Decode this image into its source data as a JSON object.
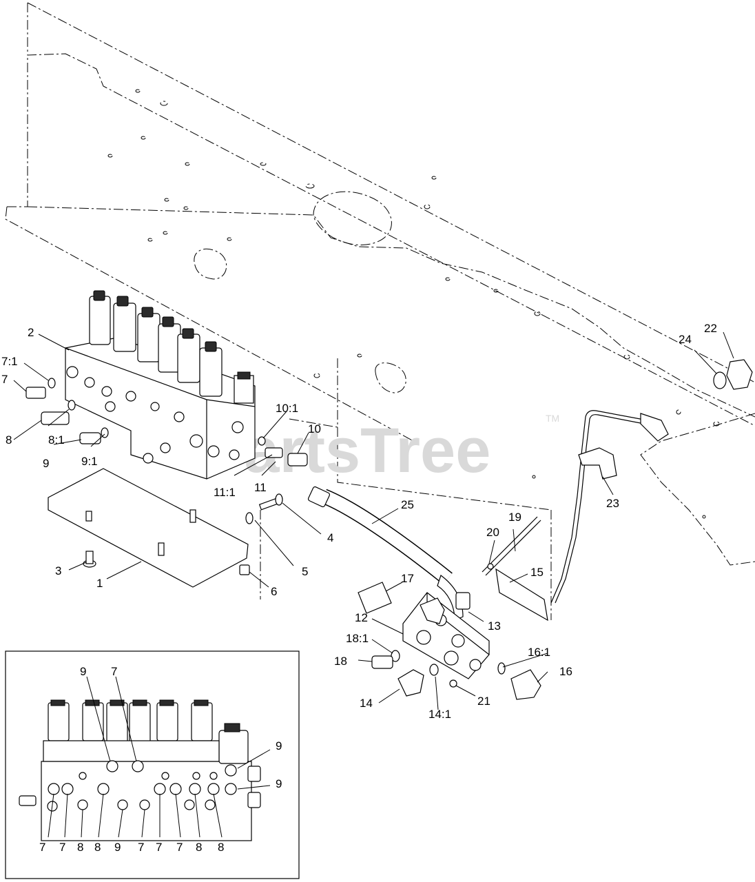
{
  "watermark": {
    "text": "PartsTree",
    "trademark": "TM"
  },
  "callouts": [
    {
      "id": "c2",
      "text": "2"
    },
    {
      "id": "c7_1",
      "text": "7:1"
    },
    {
      "id": "c7",
      "text": "7"
    },
    {
      "id": "c8",
      "text": "8"
    },
    {
      "id": "c8_1",
      "text": "8:1"
    },
    {
      "id": "c9",
      "text": "9"
    },
    {
      "id": "c9_1",
      "text": "9:1"
    },
    {
      "id": "c10_1",
      "text": "10:1"
    },
    {
      "id": "c10",
      "text": "10"
    },
    {
      "id": "c11_1",
      "text": "11:1"
    },
    {
      "id": "c11",
      "text": "11"
    },
    {
      "id": "c3",
      "text": "3"
    },
    {
      "id": "c1",
      "text": "1"
    },
    {
      "id": "c4",
      "text": "4"
    },
    {
      "id": "c5",
      "text": "5"
    },
    {
      "id": "c6",
      "text": "6"
    },
    {
      "id": "c25",
      "text": "25"
    },
    {
      "id": "c19",
      "text": "19"
    },
    {
      "id": "c20",
      "text": "20"
    },
    {
      "id": "c15",
      "text": "15"
    },
    {
      "id": "c17",
      "text": "17"
    },
    {
      "id": "c12",
      "text": "12"
    },
    {
      "id": "c13",
      "text": "13"
    },
    {
      "id": "c18_1",
      "text": "18:1"
    },
    {
      "id": "c18",
      "text": "18"
    },
    {
      "id": "c16_1",
      "text": "16:1"
    },
    {
      "id": "c16",
      "text": "16"
    },
    {
      "id": "c14",
      "text": "14"
    },
    {
      "id": "c14_1",
      "text": "14:1"
    },
    {
      "id": "c21",
      "text": "21"
    },
    {
      "id": "c22",
      "text": "22"
    },
    {
      "id": "c24",
      "text": "24"
    },
    {
      "id": "c23",
      "text": "23"
    }
  ],
  "inset_callouts": {
    "top": [
      "9",
      "7",
      "9",
      "9"
    ],
    "bottom": [
      "7",
      "7",
      "8",
      "8",
      "9",
      "7",
      "7",
      "7",
      "8",
      "8"
    ]
  }
}
